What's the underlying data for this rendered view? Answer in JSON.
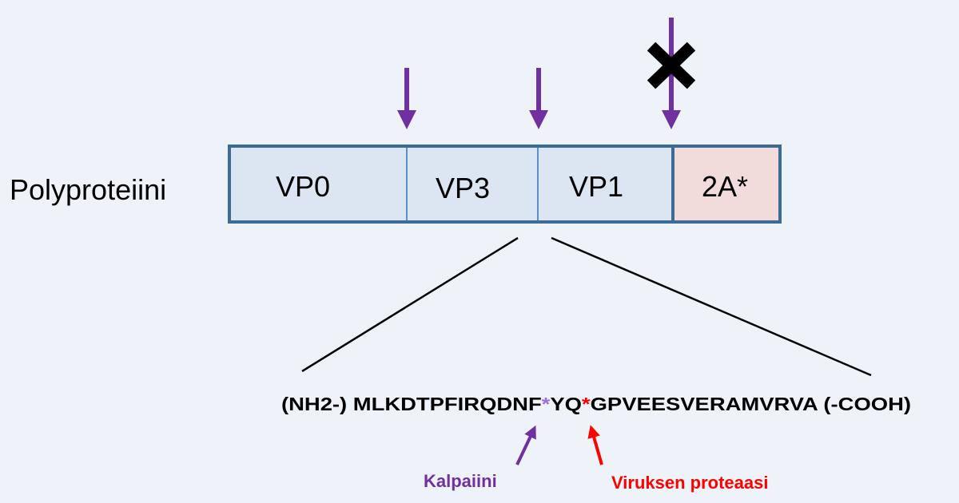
{
  "title": "Polyproteiini",
  "segments": [
    {
      "label": "VP0",
      "color": "#dce6f2"
    },
    {
      "label": "VP3",
      "color": "#dce6f2"
    },
    {
      "label": "VP1",
      "color": "#dce6f2"
    },
    {
      "label": "2A*",
      "color": "#f2dcdb"
    }
  ],
  "sequence": {
    "n_term": "(NH2-)",
    "part1": "MLKDTPFIRQDNF",
    "star1": "*",
    "part2": "YQ",
    "star2": "*",
    "part3": "GPVEESVERAMVRVA",
    "c_term": "(-COOH)"
  },
  "annotations": {
    "calpain": {
      "label": "Kalpaiini",
      "color": "#7030a0"
    },
    "viral_protease": {
      "label": "Viruksen proteaasi",
      "color": "#ff0000"
    }
  },
  "colors": {
    "arrow": "#7030a0",
    "border": "#3e6a96",
    "background": "#eef3fa"
  }
}
